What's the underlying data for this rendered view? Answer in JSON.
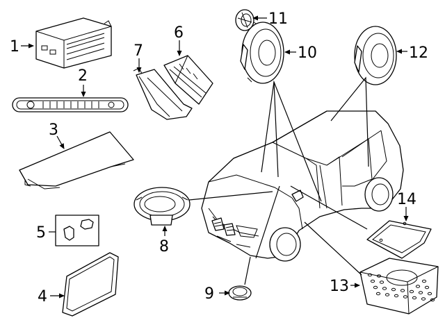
{
  "diagram": {
    "callouts": [
      {
        "id": "1",
        "label": "1"
      },
      {
        "id": "2",
        "label": "2"
      },
      {
        "id": "3",
        "label": "3"
      },
      {
        "id": "4",
        "label": "4"
      },
      {
        "id": "5",
        "label": "5"
      },
      {
        "id": "6",
        "label": "6"
      },
      {
        "id": "7",
        "label": "7"
      },
      {
        "id": "8",
        "label": "8"
      },
      {
        "id": "9",
        "label": "9"
      },
      {
        "id": "10",
        "label": "10"
      },
      {
        "id": "11",
        "label": "11"
      },
      {
        "id": "12",
        "label": "12"
      },
      {
        "id": "13",
        "label": "13"
      },
      {
        "id": "14",
        "label": "14"
      }
    ],
    "icons": {
      "vehicle": "suv-outline-icon",
      "radio": "radio-receiver-icon",
      "speaker": "speaker-icon",
      "tweeter": "tweeter-icon",
      "subwoofer": "subwoofer-icon"
    }
  }
}
